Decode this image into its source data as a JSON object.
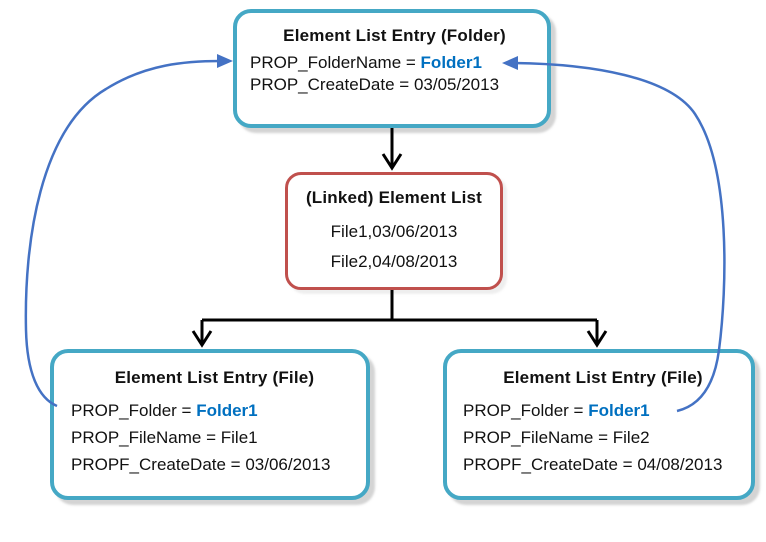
{
  "colors": {
    "teal_border": "#45A8C5",
    "red_border": "#C0504D",
    "highlight_blue": "#0070C0",
    "reference_arrow_blue": "#4472C4",
    "tree_connector_black": "#000000",
    "background": "#FFFFFF"
  },
  "boxes": {
    "folder_entry": {
      "title": "Element List Entry (Folder)",
      "lines": [
        {
          "label": "PROP_FolderName = ",
          "value": "Folder1"
        },
        {
          "label": "PROP_CreateDate = ",
          "value": "03/05/2013"
        }
      ]
    },
    "linked_element_list": {
      "title": "(Linked) Element List",
      "entries": [
        "File1,03/06/2013",
        "File2,04/08/2013"
      ]
    },
    "file_entry_1": {
      "title": "Element List Entry (File)",
      "lines": [
        {
          "label": "PROP_Folder = ",
          "value": "Folder1"
        },
        {
          "label": "PROP_FileName = ",
          "value": "File1"
        },
        {
          "label": "PROPF_CreateDate = ",
          "value": "03/06/2013"
        }
      ]
    },
    "file_entry_2": {
      "title": "Element List Entry (File)",
      "lines": [
        {
          "label": "PROP_Folder = ",
          "value": "Folder1"
        },
        {
          "label": "PROP_FileName = ",
          "value": "File2"
        },
        {
          "label": "PROPF_CreateDate = ",
          "value": "04/08/2013"
        }
      ]
    }
  },
  "arrows": {
    "black_tree": [
      "folder_entry -> linked_element_list",
      "linked_element_list -> file_entry_1",
      "linked_element_list -> file_entry_2"
    ],
    "blue_references": [
      "file_entry_1 -> folder_entry",
      "file_entry_2 -> folder_entry"
    ]
  }
}
